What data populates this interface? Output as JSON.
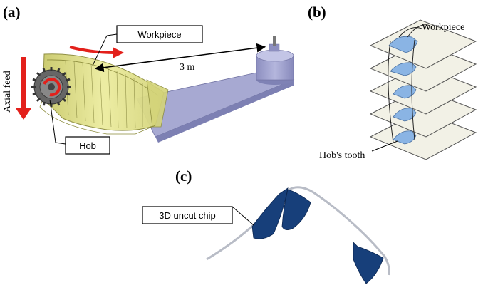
{
  "panels": {
    "a": {
      "letter": "(a)",
      "workpiece_label": "Workpiece",
      "hob_label": "Hob",
      "distance_label": "3 m",
      "feed_label": "Axial feed"
    },
    "b": {
      "letter": "(b)",
      "workpiece_label": "Workpiece",
      "tooth_label": "Hob's tooth"
    },
    "c": {
      "letter": "(c)",
      "chip_label": "3D uncut chip"
    }
  },
  "colors": {
    "workpiece_yellow": "#e9ea9a",
    "machine_blue": "#9ea0cc",
    "feed_red": "#e3201b",
    "chip_navy": "#173f7a",
    "sheet_fill": "#f2f1e6",
    "tooth_blue": "#8ab4e4"
  }
}
